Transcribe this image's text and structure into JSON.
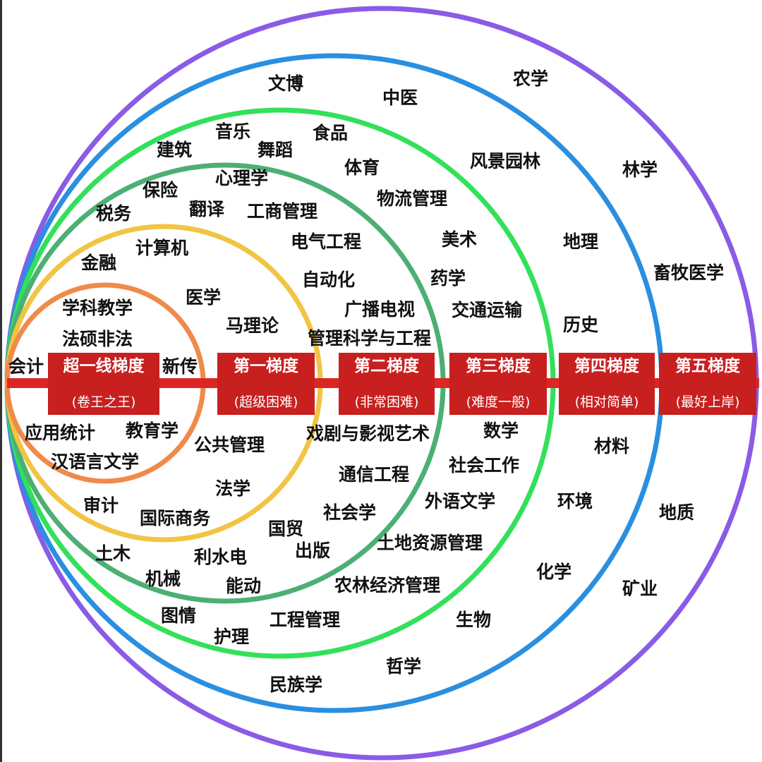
{
  "diagram": {
    "type": "concentric-difficulty-rings",
    "colors": {
      "band": "#dc2626",
      "tier_box": "#c81f1f",
      "ring_orange": "#f08a4b",
      "ring_yellow": "#f2c443",
      "ring_darkgreen": "#4caf73",
      "ring_lightgreen": "#33e05a",
      "ring_blue": "#2a8fe0",
      "ring_purple": "#8a5be6"
    },
    "tiers": [
      {
        "title": "超一线梯度",
        "subtitle": "(卷王之王)"
      },
      {
        "title": "第一梯度",
        "subtitle": "(超级困难)"
      },
      {
        "title": "第二梯度",
        "subtitle": "(非常困难)"
      },
      {
        "title": "第三梯度",
        "subtitle": "(难度一般)"
      },
      {
        "title": "第四梯度",
        "subtitle": "(相对简单)"
      },
      {
        "title": "第五梯度",
        "subtitle": "(最好上岸)"
      }
    ],
    "majors": {
      "tier0": [
        "学科教学",
        "法硕非法",
        "会计",
        "新传",
        "应用统计",
        "教育学",
        "汉语言文学"
      ],
      "tier1": [
        "计算机",
        "金融",
        "医学",
        "马理论",
        "公共管理",
        "法学",
        "审计",
        "国际商务"
      ],
      "tier2": [
        "税务",
        "保险",
        "翻译",
        "心理学",
        "工商管理",
        "电气工程",
        "自动化",
        "广播电视",
        "管理科学与工程",
        "戏剧与影视艺术",
        "通信工程",
        "社会学",
        "国贸",
        "出版",
        "土木",
        "利水电",
        "机械",
        "能动",
        "农林经济管理"
      ],
      "tier3": [
        "建筑",
        "音乐",
        "舞蹈",
        "食品",
        "体育",
        "物流管理",
        "美术",
        "药学",
        "交通运输",
        "数学",
        "社会工作",
        "外语文学",
        "土地资源管理",
        "图情",
        "护理",
        "工程管理"
      ],
      "tier4": [
        "文博",
        "中医",
        "风景园林",
        "地理",
        "历史",
        "材料",
        "环境",
        "化学",
        "生物",
        "哲学",
        "民族学"
      ],
      "tier5": [
        "农学",
        "林学",
        "畜牧医学",
        "地质",
        "矿业"
      ]
    }
  }
}
